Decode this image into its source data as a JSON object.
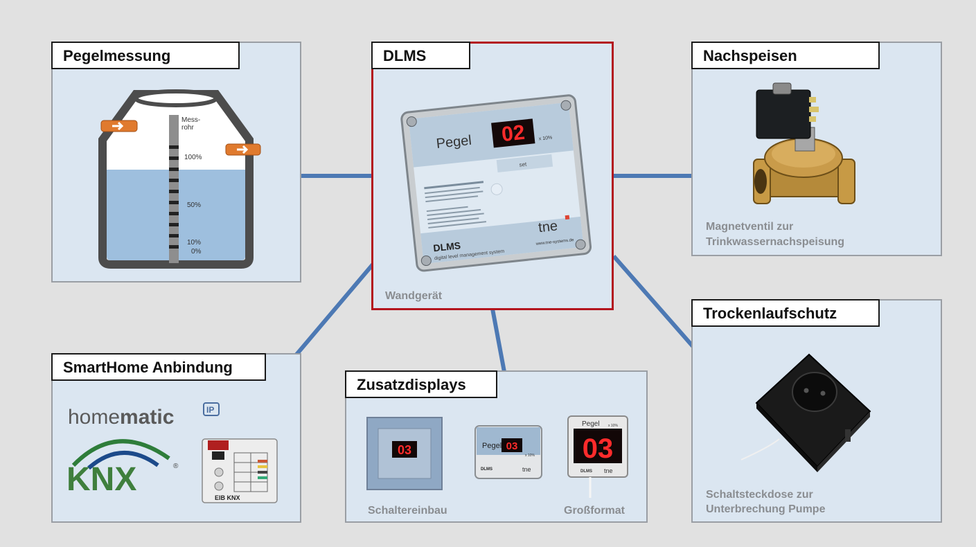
{
  "colors": {
    "background": "#e1e1e1",
    "panel": "#dbe6f1",
    "connector": "#4d79b4",
    "highlight_border": "#b3151e"
  },
  "pegelmessung": {
    "title": "Pegelmessung",
    "tube_label_line1": "Mess-",
    "tube_label_line2": "rohr",
    "level_100": "100%",
    "level_50": "50%",
    "level_10": "10%",
    "level_0": "0%"
  },
  "dlms": {
    "title": "DLMS",
    "caption": "Wandgerät",
    "device_label": "Pegel",
    "display_value": "02",
    "unit": "x 10%",
    "set_label": "set",
    "brand": "tne",
    "product_name": "DLMS",
    "product_subtitle": "digital level management system",
    "website": "www.tne-systems.de"
  },
  "nachspeisen": {
    "title": "Nachspeisen",
    "caption_line1": "Magnetventil zur",
    "caption_line2": "Trinkwassernachspeisung"
  },
  "trockenlauf": {
    "title": "Trockenlaufschutz",
    "caption_line1": "Schaltsteckdose zur",
    "caption_line2": "Unterbrechung Pumpe"
  },
  "smarthome": {
    "title": "SmartHome Anbindung",
    "homematic_light": "home",
    "homematic_bold": "matic",
    "homematic_badge": "IP",
    "knx_logo": "KNX",
    "knx_registered": "®",
    "eib_label": "EIB KNX"
  },
  "zusatz": {
    "title": "Zusatzdisplays",
    "caption_left": "Schaltereinbau",
    "caption_right": "Großformat",
    "switch_display": "03",
    "mid_label": "Pegel",
    "mid_display": "03",
    "mid_unit": "x 10%",
    "mid_product": "DLMS",
    "mid_brand": "tne",
    "large_label": "Pegel",
    "large_unit": "x 10%",
    "large_display": "03",
    "large_product": "DLMS",
    "large_brand": "tne"
  }
}
